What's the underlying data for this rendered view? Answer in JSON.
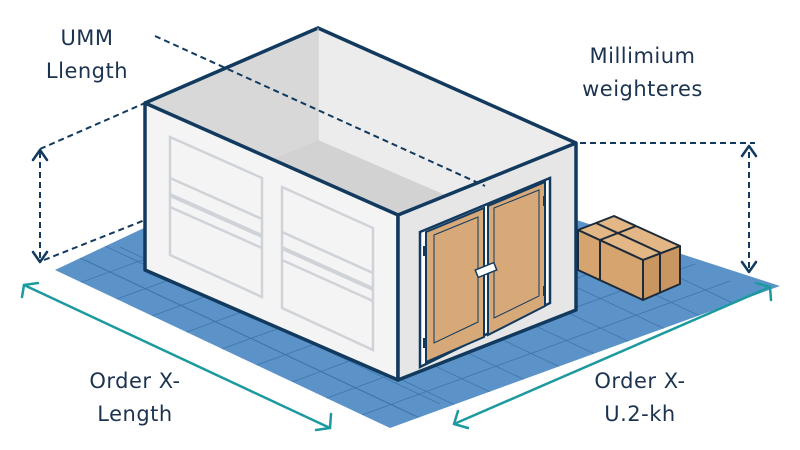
{
  "labels": {
    "top_left": {
      "line1": "UMM",
      "line2": "Llength"
    },
    "top_right": {
      "line1": "Millimium",
      "line2": "weighteres"
    },
    "bottom_left": {
      "line1": "Order X-",
      "line2": "Length"
    },
    "bottom_right": {
      "line1": "Order X-",
      "line2": "U.2-kh"
    }
  },
  "colors": {
    "outline": "#123a5e",
    "floor": "#5b93c9",
    "floor_grid": "#3f74a8",
    "wall_front": "#f3f3f3",
    "wall_inner": "#dcdcdc",
    "door": "#d7a878",
    "box": "#d6a56f",
    "arrow_teal": "#1c9aa0",
    "text": "#1c3350"
  },
  "illustration": {
    "subject": "isometric storage container / garage with double doors",
    "elements": [
      "floor-grid",
      "container-body",
      "front-panels",
      "double-doors",
      "cardboard-boxes",
      "dimension-arrows"
    ]
  }
}
